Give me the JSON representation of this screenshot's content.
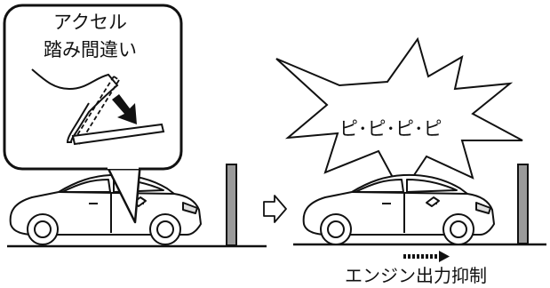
{
  "callout": {
    "line1": "アクセル",
    "line2": "踏み間違い"
  },
  "warning_sound": "ピ･ピ･ピ･ピ",
  "result_label": "エンジン出力抑制",
  "icons": {
    "pedal": "accelerator-pedal-icon",
    "foot": "foot-icon",
    "press_arrow": "down-arrow-icon",
    "step_arrow": "right-outline-arrow-icon",
    "suppress_arrow": "dotted-right-arrow-icon"
  }
}
